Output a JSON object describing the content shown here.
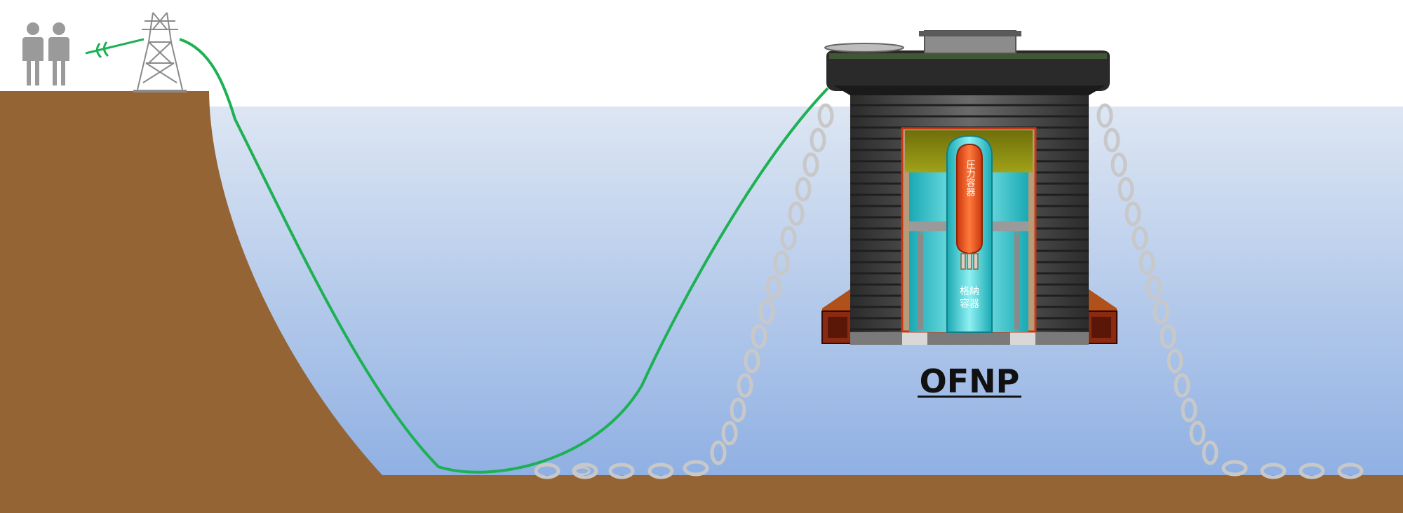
{
  "diagram": {
    "title": "OFNP",
    "pressure_vessel_label": "圧力容器",
    "containment_label_line1": "格納",
    "containment_label_line2": "容器",
    "icons": [
      "people-icon",
      "transmission-tower-icon",
      "power-cable",
      "mooring-chain",
      "floating-platform"
    ],
    "colors": {
      "land": "#956434",
      "water_top": "#dde6f3",
      "water_bottom": "#8fb0e3",
      "cable": "#1db153",
      "chain": "#c8c8c8",
      "hull": "#3a3a3a",
      "reactor_vessel": "#ef5a24",
      "containment": "#3fc9cf",
      "containment_dome": "#888a12"
    }
  }
}
